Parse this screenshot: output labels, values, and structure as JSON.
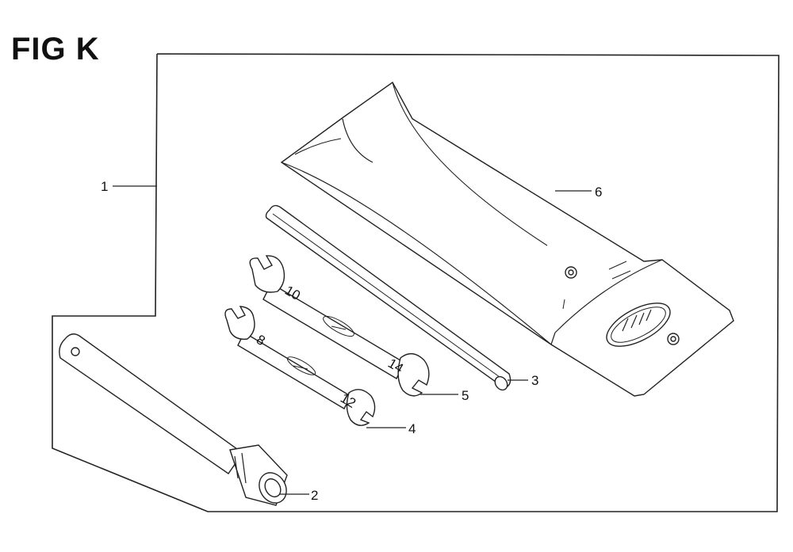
{
  "title": "FIG K",
  "callouts": {
    "c1": "1",
    "c2": "2",
    "c3": "3",
    "c4": "4",
    "c5": "5",
    "c6": "6"
  },
  "parts_icons": {
    "kit_frame": "tool-kit-frame",
    "pouch": "tool-bag-icon",
    "bar": "tommy-bar-icon",
    "wrench_large": "open-end-wrench-icon",
    "wrench_small": "open-end-wrench-icon",
    "socket": "spark-plug-socket-wrench-icon"
  },
  "colors": {
    "line": "#222222",
    "background": "#ffffff"
  }
}
